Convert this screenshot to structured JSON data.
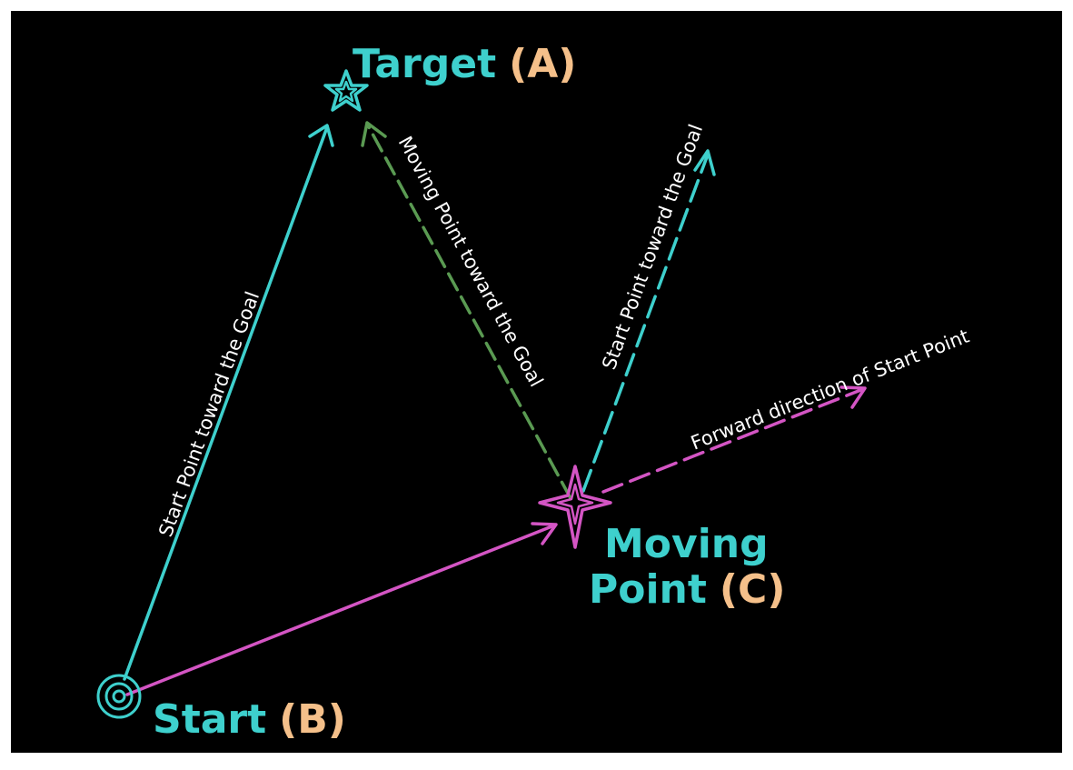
{
  "colors": {
    "background": "#000000",
    "cyan": "#3ed0cd",
    "green": "#5a9a52",
    "magenta": "#d455c4",
    "orange": "#f5c08a",
    "white": "#ffffff"
  },
  "nodes": {
    "target": {
      "name": "Target",
      "tag": "(A)",
      "icon": "star-icon"
    },
    "start": {
      "name": "Start",
      "tag": "(B)",
      "icon": "target-circle-icon"
    },
    "moving": {
      "name_line1": "Moving",
      "name_line2": "Point",
      "tag": "(C)",
      "icon": "four-point-star-icon"
    }
  },
  "edges": {
    "start_to_target": {
      "label": "Start Point toward the Goal"
    },
    "moving_to_target": {
      "label": "Moving Point toward the Goal"
    },
    "moving_parallel": {
      "label": "Start Point toward the Goal"
    },
    "forward": {
      "label": "Forward direction of Start Point"
    }
  }
}
